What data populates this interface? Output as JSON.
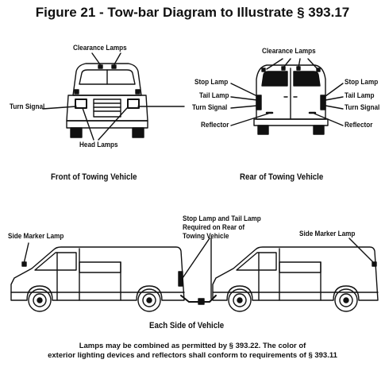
{
  "title": "Figure 21 - Tow-bar Diagram to Illustrate § 393.17",
  "front_view": {
    "caption": "Front of Towing Vehicle",
    "labels": {
      "clearance_lamps": "Clearance Lamps",
      "turn_signal": "Turn Signal",
      "head_lamps": "Head Lamps"
    }
  },
  "rear_view": {
    "caption": "Rear of Towing Vehicle",
    "labels": {
      "clearance_lamps": "Clearance Lamps",
      "stop_lamp_left": "Stop Lamp",
      "tail_lamp_left": "Tail Lamp",
      "turn_signal_left": "Turn Signal",
      "reflector_left": "Reflector",
      "stop_lamp_right": "Stop Lamp",
      "tail_lamp_right": "Tail Lamp",
      "turn_signal_right": "Turn Signal",
      "reflector_right": "Reflector"
    }
  },
  "side_view": {
    "caption": "Each Side of Vehicle",
    "labels": {
      "side_marker_left": "Side Marker Lamp",
      "side_marker_right": "Side Marker Lamp",
      "stop_tail_note_1": "Stop Lamp and Tail Lamp",
      "stop_tail_note_2": "Required on Rear of",
      "stop_tail_note_3": "Towing Vehicle"
    }
  },
  "footnote": {
    "line1": "Lamps may be combined as permitted by § 393.22.  The color of",
    "line2": "exterior lighting devices and reflectors shall conform to requirements of § 393.11"
  }
}
